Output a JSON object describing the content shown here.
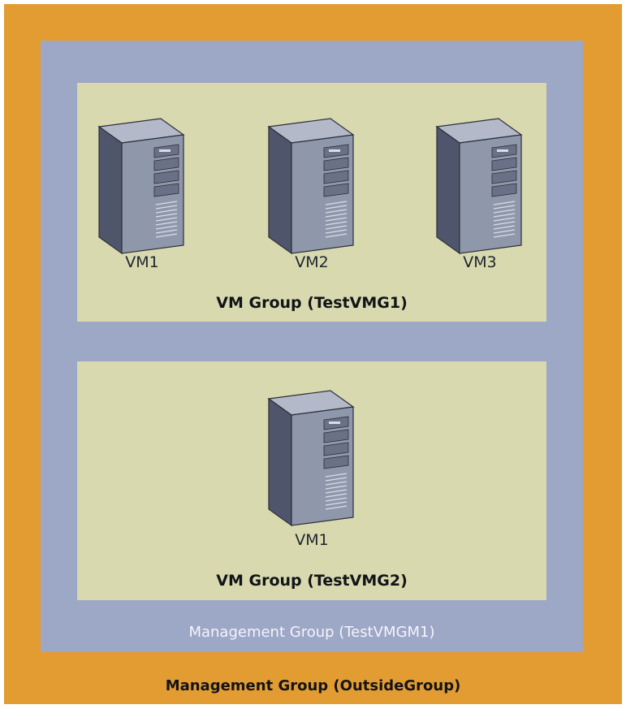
{
  "outer_group": {
    "label": "Management Group (OutsideGroup)"
  },
  "management_group": {
    "label": "Management Group (TestVMGM1)"
  },
  "vm_groups": [
    {
      "label": "VM Group (TestVMG1)",
      "vms": [
        "VM1",
        "VM2",
        "VM3"
      ]
    },
    {
      "label": "VM Group (TestVMG2)",
      "vms": [
        "VM1"
      ]
    }
  ],
  "icons": {
    "vm": "server-tower-icon"
  },
  "colors": {
    "outer_fill": "#e39c31",
    "management_fill": "#9da7c6",
    "vm_group_fill": "#d8d9ae",
    "server_front": "#8f97ab",
    "server_side": "#4f566c",
    "server_top": "#b3b9c8"
  }
}
